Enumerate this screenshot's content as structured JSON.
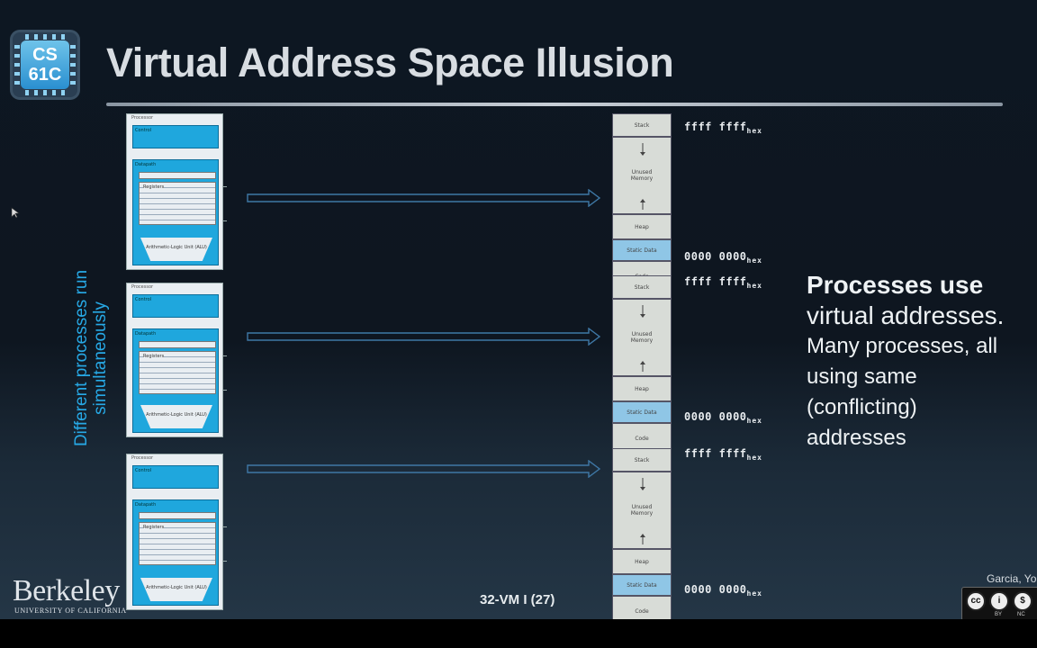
{
  "title": "Virtual Address Space Illusion",
  "logo": {
    "line1": "CS",
    "line2": "61C"
  },
  "side_label": "Different processes run simultaneously",
  "processor": {
    "label": "Processor",
    "control": "Control",
    "datapath": "Datapath",
    "pc": "PC",
    "registers": "Registers",
    "alu": "Arithmetic-Logic Unit (ALU)"
  },
  "memory": {
    "segments": [
      "Stack",
      "Unused Memory",
      "Heap",
      "Static Data",
      "Code"
    ]
  },
  "addresses": {
    "high": "ffff ffff",
    "low": "0000 0000",
    "suffix": "hex"
  },
  "right_text": {
    "heading": "Processes use",
    "line1": "virtual addresses.",
    "line2": "Many processes, all",
    "line3": "using same",
    "line4": "(conflicting)",
    "line5": "addresses"
  },
  "footer": {
    "university": "Berkeley",
    "university_sub": "UNIVERSITY OF CALIFORNIA",
    "slide_number": "32-VM I (27)",
    "author": "Garcia, Yo",
    "license": [
      "BY",
      "NC"
    ]
  },
  "colors": {
    "accent_blue": "#27a9e6",
    "processor_blue": "#1fa7dd",
    "static_data": "#8fc6e6"
  }
}
